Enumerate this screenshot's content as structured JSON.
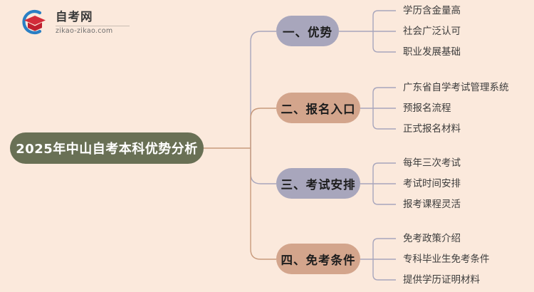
{
  "logo": {
    "name": "自考网",
    "domain": "zikao-zikao.com",
    "mark_icon": "graduation-cap-icon",
    "arc_color": "#2a7fc4",
    "cap_color": "#d32c3a"
  },
  "background_color": "#fbe9dc",
  "mindmap": {
    "type": "mindmap",
    "center": {
      "label": "2025年中山自考本科优势分析",
      "color": "#697055",
      "text_color": "#ffffff"
    },
    "branches": [
      {
        "label": "一、优势",
        "color": "#a8a6bc",
        "children": [
          "学历含金量高",
          "社会广泛认可",
          "职业发展基础"
        ]
      },
      {
        "label": "二、报名入口",
        "color": "#d3a58c",
        "children": [
          "广东省自学考试管理系统",
          "预报名流程",
          "正式报名材料"
        ]
      },
      {
        "label": "三、考试安排",
        "color": "#a8a6bc",
        "children": [
          "每年三次考试",
          "考试时间安排",
          "报考课程灵活"
        ]
      },
      {
        "label": "四、免考条件",
        "color": "#d3a58c",
        "children": [
          "免考政策介绍",
          "专科毕业生免考条件",
          "提供学历证明材料"
        ]
      }
    ]
  }
}
